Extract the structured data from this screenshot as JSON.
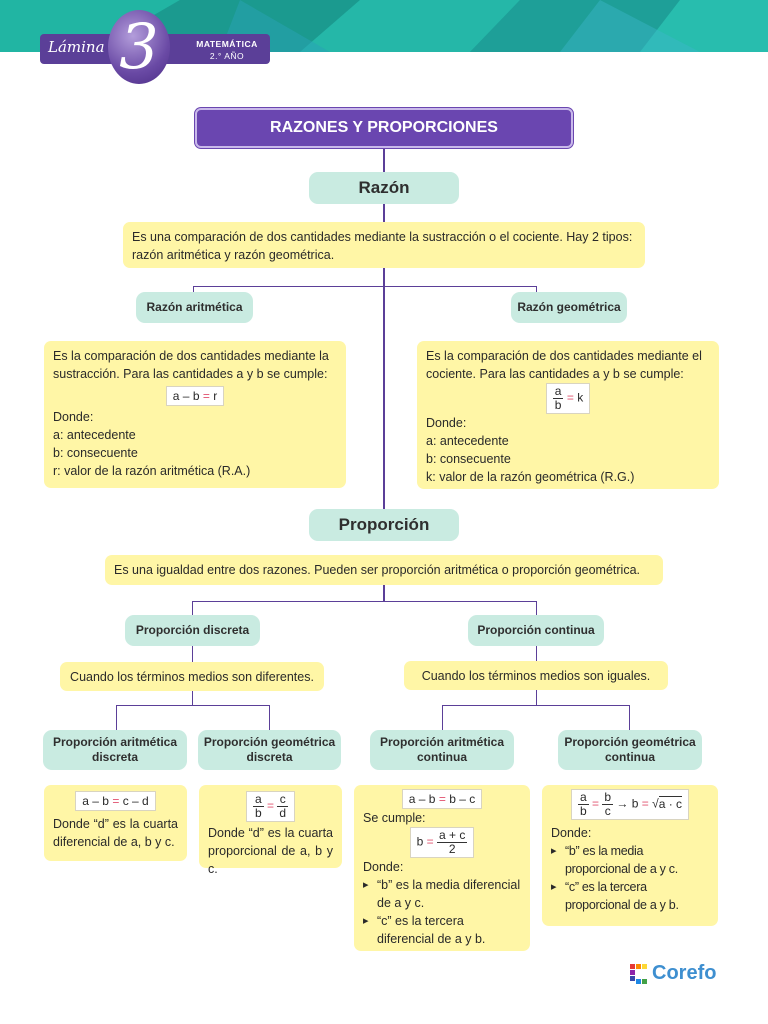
{
  "header": {
    "lamina_word": "Lámina",
    "number": "3",
    "subject": "MATEMÁTICA",
    "grade": "2.° AÑO"
  },
  "title": "RAZONES Y PROPORCIONES",
  "razon": {
    "heading": "Razón",
    "definition": "Es una comparación de dos cantidades mediante la sustracción o el cociente. Hay 2 tipos: razón aritmética y razón geométrica.",
    "aritmetica": {
      "label": "Razón aritmética",
      "intro": "Es la comparación de dos cantidades mediante la sustracción. Para las cantidades a y b se cumple:",
      "formula_left": "a – b",
      "formula_eq": "=",
      "formula_right": "r",
      "donde": "Donde:",
      "items": [
        "a: antecedente",
        "b: consecuente",
        "r: valor de la razón aritmética (R.A.)"
      ]
    },
    "geometrica": {
      "label": "Razón geométrica",
      "intro": "Es la comparación de dos cantidades mediante el cociente. Para las cantidades a y b se cumple:",
      "formula_num": "a",
      "formula_den": "b",
      "formula_eq": "=",
      "formula_right": "k",
      "donde": "Donde:",
      "items": [
        "a: antecedente",
        "b: consecuente",
        "k: valor de la razón geométrica (R.G.)"
      ]
    }
  },
  "proporcion": {
    "heading": "Proporción",
    "definition": "Es una igualdad entre dos razones. Pueden ser proporción aritmética o proporción geométrica.",
    "discreta": {
      "label": "Proporción discreta",
      "desc": "Cuando los términos medios son diferentes."
    },
    "continua": {
      "label": "Proporción continua",
      "desc": "Cuando los términos medios son iguales."
    },
    "arit_discreta": {
      "label": "Proporción aritmética discreta",
      "f_left": "a – b",
      "f_eq": "=",
      "f_right": "c – d",
      "text": "Donde “d” es la cuarta diferencial de a, b y c."
    },
    "geo_discreta": {
      "label": "Proporción geométrica discreta",
      "n1": "a",
      "d1": "b",
      "eq": "=",
      "n2": "c",
      "d2": "d",
      "text": "Donde “d” es la cuarta proporcional de a, b y c."
    },
    "arit_continua": {
      "label": "Proporción aritmética continua",
      "f_left": "a – b",
      "f_eq": "=",
      "f_right": "b – c",
      "cumple": "Se cumple:",
      "b_lhs": "b",
      "b_eq": "=",
      "b_num": "a + c",
      "b_den": "2",
      "donde": "Donde:",
      "bullets": [
        "“b” es la media diferencial de a y c.",
        "“c” es la tercera diferencial de a y b."
      ]
    },
    "geo_continua": {
      "label": "Proporción geométrica continua",
      "n1": "a",
      "d1": "b",
      "eq": "=",
      "n2": "b",
      "d2": "c",
      "arrow": "→ b",
      "eq2": "=",
      "root": "a · c",
      "donde": "Donde:",
      "bullets": [
        "“b” es la media proporcional de a y c.",
        "“c” es la tercera proporcional de a y b."
      ]
    }
  },
  "logo": "Corefo",
  "colors": {
    "purple": "#5b3f98",
    "mint": "#c9ebe1",
    "yellow": "#fff6a6",
    "accent_equal": "#e0506e",
    "logo_blue": "#3e8fd0"
  }
}
